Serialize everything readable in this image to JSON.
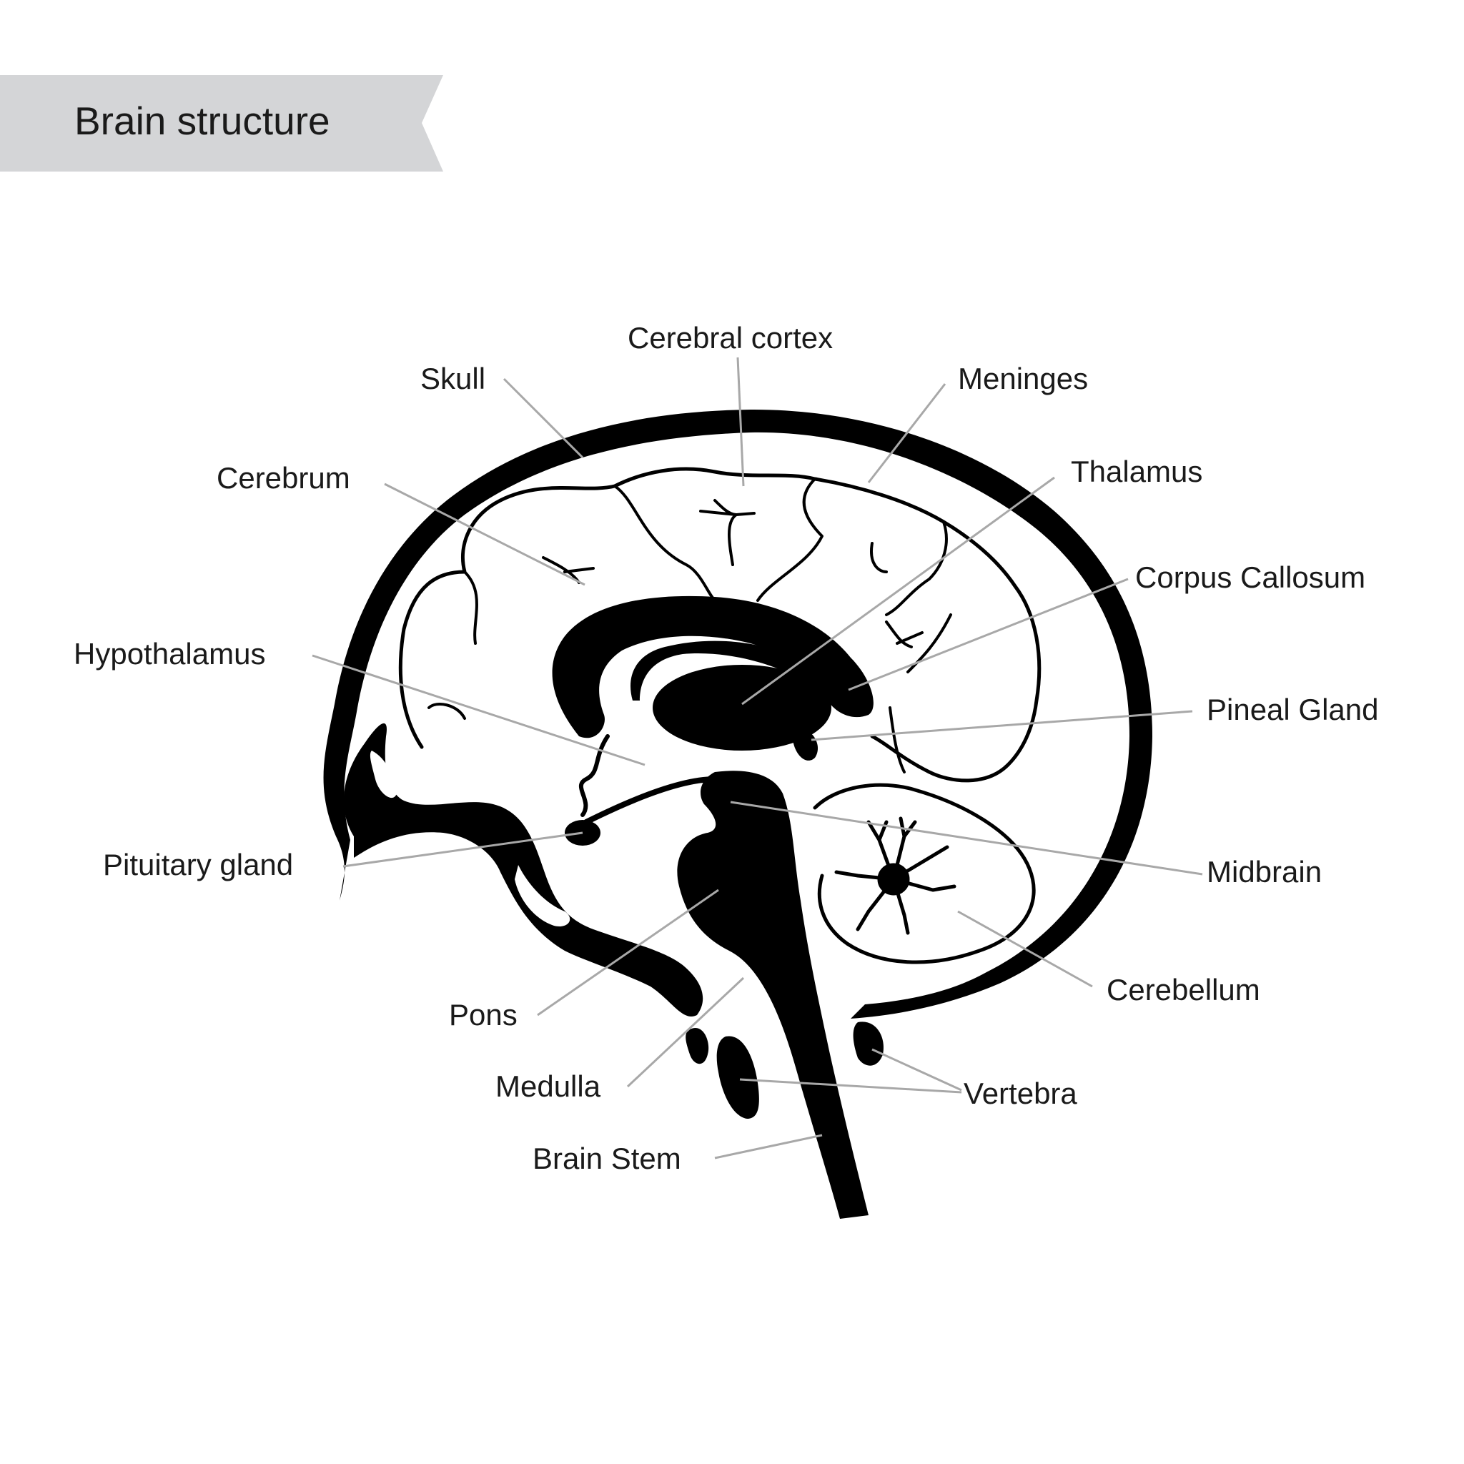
{
  "title": "Brain structure",
  "colors": {
    "banner": "#d4d5d7",
    "ink": "#000000",
    "leader_lines": "#a8a8a8",
    "text": "#1a1a1a"
  },
  "labels": {
    "cerebral_cortex": "Cerebral cortex",
    "skull": "Skull",
    "meninges": "Meninges",
    "cerebrum": "Cerebrum",
    "thalamus": "Thalamus",
    "corpus_callosum": "Corpus Callosum",
    "hypothalamus": "Hypothalamus",
    "pineal_gland": "Pineal Gland",
    "pituitary_gland": "Pituitary gland",
    "midbrain": "Midbrain",
    "cerebellum": "Cerebellum",
    "pons": "Pons",
    "medulla": "Medulla",
    "vertebra": "Vertebra",
    "brain_stem": "Brain Stem"
  }
}
